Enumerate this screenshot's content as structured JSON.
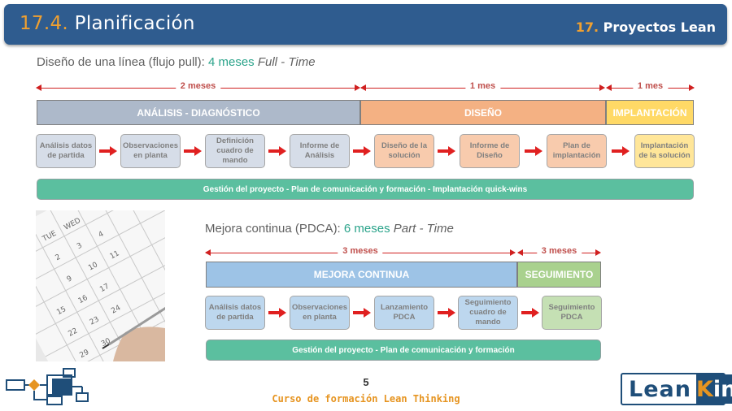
{
  "header": {
    "section_number": "17.4.",
    "section_title": "Planificación",
    "chapter_number": "17.",
    "chapter_title": "Proyectos Lean"
  },
  "line_design": {
    "label": "Diseño de una línea (flujo pull):",
    "duration": "4 meses",
    "mode": "Full - Time",
    "spans": [
      {
        "label": "2 meses"
      },
      {
        "label": "1 mes"
      },
      {
        "label": "1 mes"
      }
    ],
    "phases": [
      {
        "label": "ANÁLISIS - DIAGNÓSTICO",
        "color": "#adb9ca"
      },
      {
        "label": "DISEÑO",
        "color": "#f4b183"
      },
      {
        "label": "IMPLANTACIÓN",
        "color": "#ffd966"
      }
    ],
    "steps": [
      "Análisis datos de partida",
      "Observaciones en planta",
      "Definición cuadro de mando",
      "Informe de Análisis",
      "Diseño de la solución",
      "Informe de Diseño",
      "Plan de implantación",
      "Implantación de la solución"
    ],
    "management": "Gestión del proyecto - Plan de comunicación y formación - Implantación quick-wins"
  },
  "pdca": {
    "label": "Mejora continua (PDCA):",
    "duration": "6 meses",
    "mode": "Part - Time",
    "spans": [
      {
        "label": "3 meses"
      },
      {
        "label": "3 meses"
      }
    ],
    "phases": [
      {
        "label": "MEJORA CONTINUA",
        "color": "#9dc3e6"
      },
      {
        "label": "SEGUIMIENTO",
        "color": "#a9d18e"
      }
    ],
    "steps": [
      "Análisis datos de partida",
      "Observaciones en planta",
      "Lanzamiento PDCA",
      "Seguimiento cuadro de mando",
      "Seguimiento PDCA"
    ],
    "management": "Gestión del proyecto - Plan de comunicación y formación"
  },
  "footer": {
    "page_number": "5",
    "course": "Curso de formación Lean Thinking",
    "logo_part1": "Lean",
    "logo_part2_k": "K",
    "logo_part2_rest": "in"
  },
  "photo_subject": "calendar-with-pen",
  "icons": [
    "flow-diagram-icon"
  ]
}
